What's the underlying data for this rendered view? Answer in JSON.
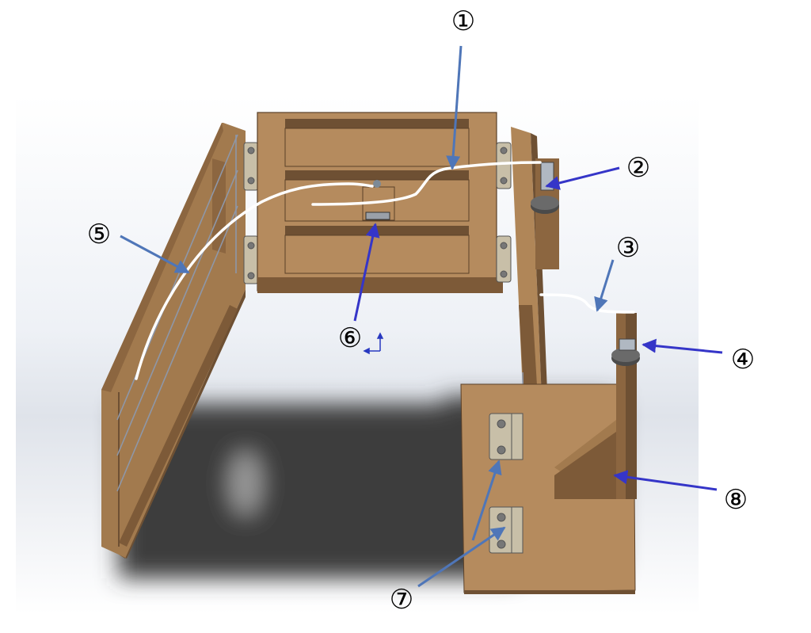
{
  "callouts": [
    {
      "id": "1",
      "label": "①"
    },
    {
      "id": "2",
      "label": "②"
    },
    {
      "id": "3",
      "label": "③"
    },
    {
      "id": "4",
      "label": "④"
    },
    {
      "id": "5",
      "label": "⑤"
    },
    {
      "id": "6",
      "label": "⑥"
    },
    {
      "id": "7",
      "label": "⑦"
    },
    {
      "id": "8",
      "label": "⑧"
    }
  ],
  "colors": {
    "wood_light": "#b58b5e",
    "wood_mid": "#9c7448",
    "wood_dark": "#6e5033",
    "hinge": "#c8bfa8",
    "arrow_blue_steel": "#4f76b8",
    "arrow_blue_deep": "#3535c8",
    "cable": "#ffffff",
    "shadow": "#3d3d3d"
  }
}
